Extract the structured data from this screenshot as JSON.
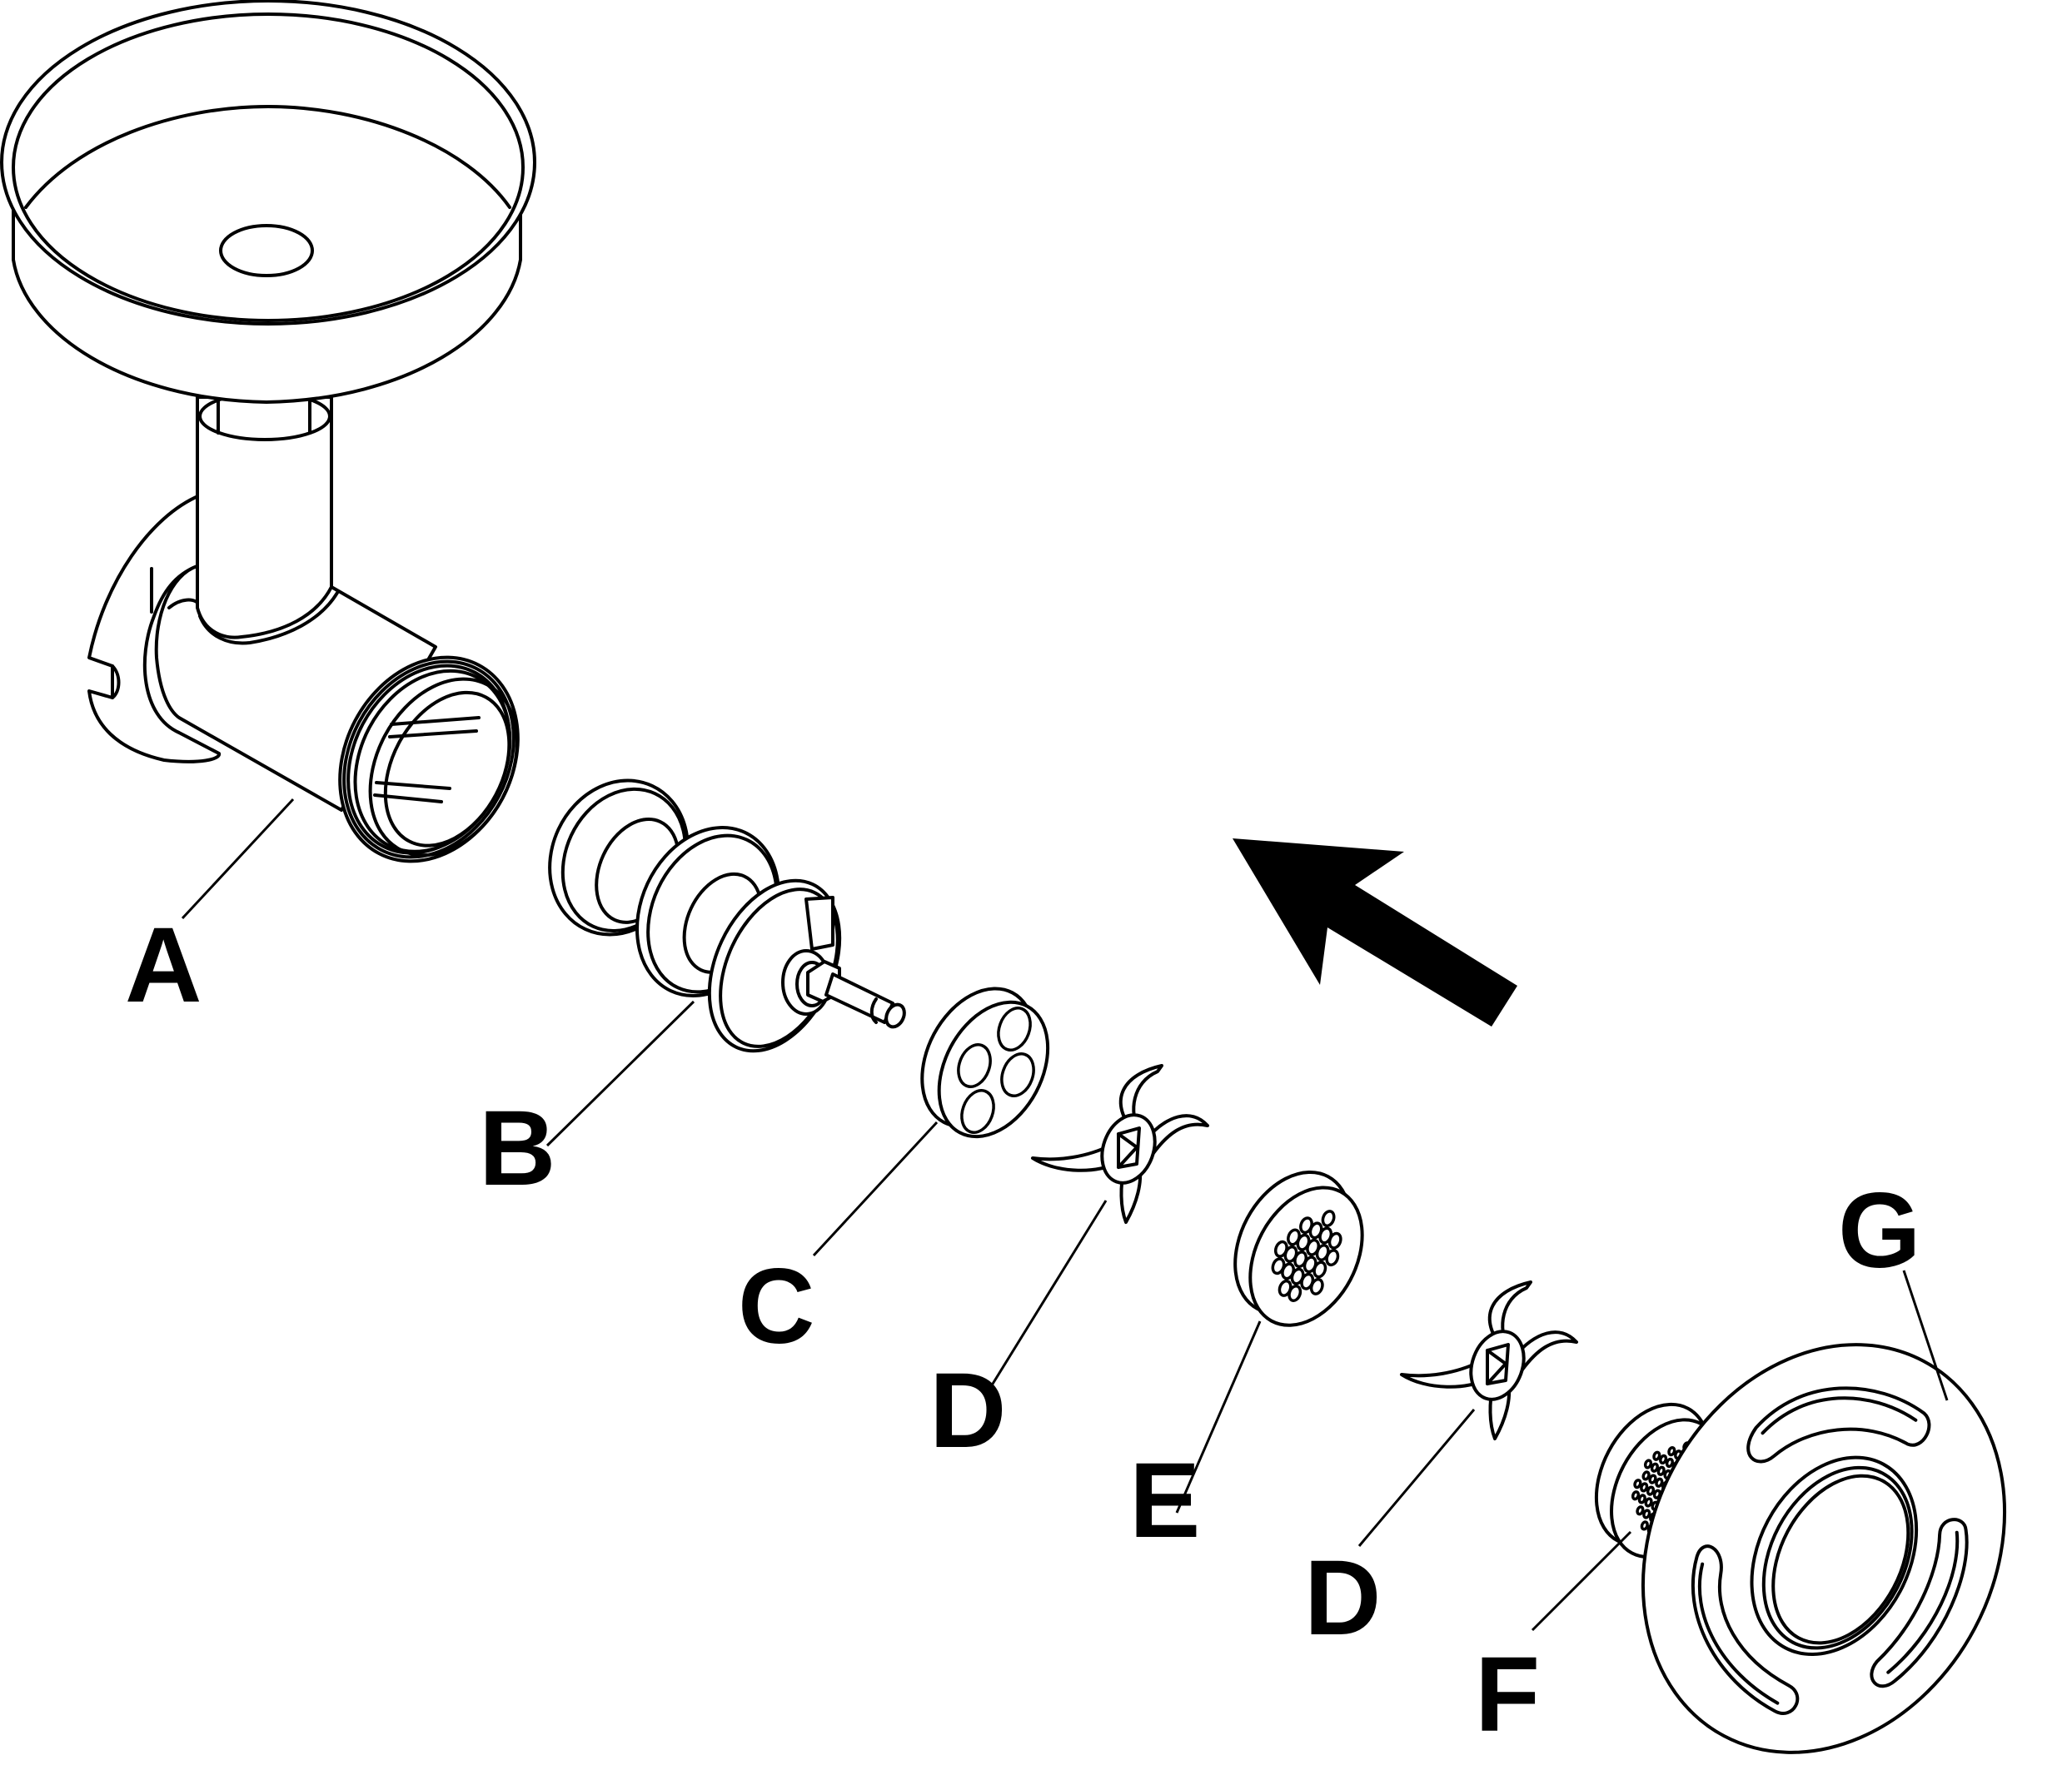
{
  "diagram": {
    "title": "Meat grinder attachment exploded view",
    "line_color": "#000000",
    "background_color": "#ffffff",
    "direction_indicator": "arrow-up-left",
    "parts": [
      {
        "id": "A",
        "label": "A",
        "name": "grinder-body-with-hopper"
      },
      {
        "id": "B",
        "label": "B",
        "name": "auger-worm"
      },
      {
        "id": "C",
        "label": "C",
        "name": "four-hole-plate"
      },
      {
        "id": "D1",
        "label": "D",
        "name": "cutting-blade"
      },
      {
        "id": "E",
        "label": "E",
        "name": "coarse-grinding-plate"
      },
      {
        "id": "D2",
        "label": "D",
        "name": "cutting-blade"
      },
      {
        "id": "F",
        "label": "F",
        "name": "fine-grinding-plate"
      },
      {
        "id": "G",
        "label": "G",
        "name": "retaining-ring"
      }
    ],
    "plate_hole_counts": {
      "C": 4,
      "E": 22,
      "F": 56
    }
  }
}
